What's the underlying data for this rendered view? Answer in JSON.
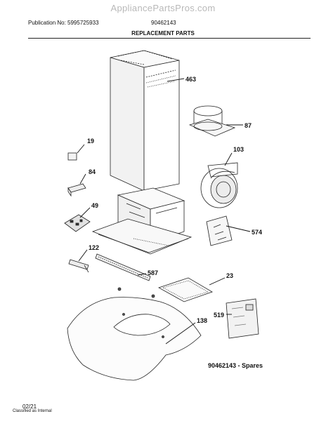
{
  "header": {
    "watermark": "AppliancePartsPros.com",
    "publication": "Publication No: 5995725933",
    "model": "90462143",
    "title": "REPLACEMENT PARTS"
  },
  "callouts": [
    "463",
    "87",
    "19",
    "103",
    "84",
    "49",
    "574",
    "122",
    "587",
    "23",
    "519",
    "138"
  ],
  "spares_label": "90462143 - Spares",
  "footer": {
    "classification": "Classified as Internal",
    "date": "02/21"
  }
}
